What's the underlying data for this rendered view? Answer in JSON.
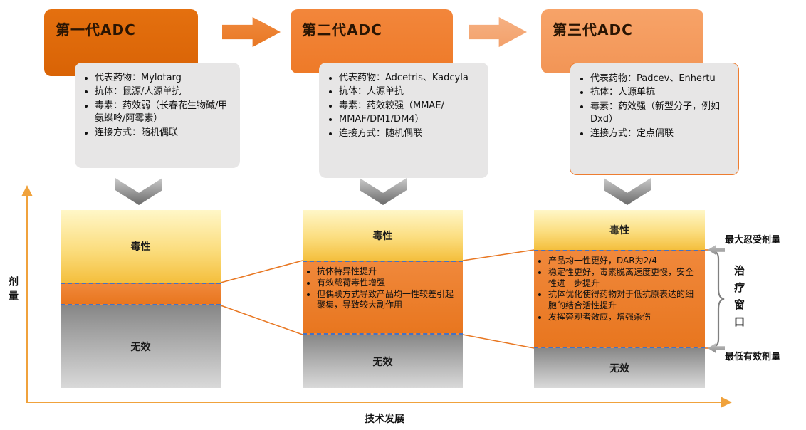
{
  "generations": [
    {
      "title": "第一代ADC",
      "bullets": [
        "代表药物：Mylotarg",
        "抗体：鼠源/人源单抗",
        "毒素：药效弱（长春花生物碱/甲氨蝶呤/阿霉素）",
        "连接方式：随机偶联"
      ],
      "bar": {
        "toxicity": "毒性",
        "ineffective": "无效",
        "notes": []
      }
    },
    {
      "title": "第二代ADC",
      "bullets": [
        "代表药物：Adcetris、Kadcyla",
        "抗体：人源单抗",
        "毒素：药效较强（MMAE/",
        "MMAF/DM1/DM4）",
        "连接方式：随机偶联"
      ],
      "bar": {
        "toxicity": "毒性",
        "ineffective": "无效",
        "notes": [
          "抗体特异性提升",
          "有效载荷毒性增强",
          "但偶联方式导致产品均一性较差引起聚集，导致较大副作用"
        ]
      }
    },
    {
      "title": "第三代ADC",
      "bullets": [
        "代表药物：Padcev、Enhertu",
        "抗体：人源单抗",
        "毒素：药效强（新型分子，例如Dxd）",
        "连接方式：定点偶联"
      ],
      "bar": {
        "toxicity": "毒性",
        "ineffective": "无效",
        "notes": [
          "产品均一性更好，DAR为2/4",
          "稳定性更好，毒素脱离速度更慢，安全性进一步提升",
          "抗体优化使得药物对于低抗原表达的细胞的结合活性提升",
          "发挥旁观者效应，增强杀伤"
        ]
      }
    }
  ],
  "axes": {
    "y_label": "剂量",
    "x_label": "技术发展"
  },
  "annotations": {
    "max_tolerated_dose": "最大忍受剂量",
    "therapeutic_window": "治疗窗口",
    "min_effective_dose": "最低有效剂量"
  },
  "colors": {
    "gen1_header": "#DD6B0F",
    "gen2_header": "#EF7F2E",
    "gen3_header": "#F49C63",
    "toxicity_yellow": "#F4BF3D",
    "window_orange": "#ED7D31",
    "ineffective_gray": "#9E9E9E",
    "dashed_line_blue": "#4472C4",
    "axis_orange": "#F0A23C"
  }
}
